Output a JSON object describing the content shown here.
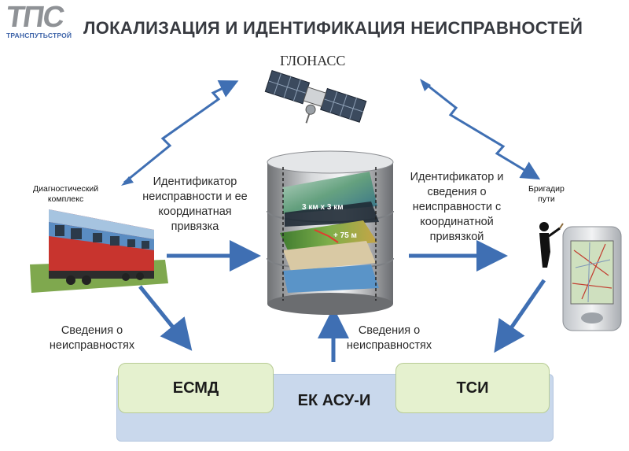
{
  "logo": {
    "mark": "ТПС",
    "subtitle": "ТРАНСПУТЬСТРОЙ"
  },
  "title": "ЛОКАЛИЗАЦИЯ И ИДЕНТИФИКАЦИЯ НЕИСПРАВНОСТЕЙ",
  "glonass": "ГЛОНАСС",
  "diagnostic": {
    "line1": "Диагностический",
    "line2": "комплекс"
  },
  "brigadir": {
    "line1": "Бригадир",
    "line2": "пути"
  },
  "left_message": [
    "Идентификатор",
    "неисправности и ее",
    "координатная",
    "привязка"
  ],
  "right_message": [
    "Идентификатор и",
    "сведения о",
    "неисправности с",
    "координатной",
    "привязкой"
  ],
  "svedenia_left": [
    "Сведения о",
    "неисправностях"
  ],
  "svedenia_center": [
    "Сведения о",
    "неисправностях"
  ],
  "db_labels": {
    "size": "3 км х 3 км",
    "precision": "+ 75 м"
  },
  "modules": {
    "esmd": "ЕСМД",
    "ekasu": "ЕК АСУ-И",
    "tsi": "ТСИ"
  },
  "colors": {
    "arrow": "#3f6fb3",
    "bar": "#c9d8ec",
    "module": "#e5f1cf",
    "title": "#373a40"
  }
}
